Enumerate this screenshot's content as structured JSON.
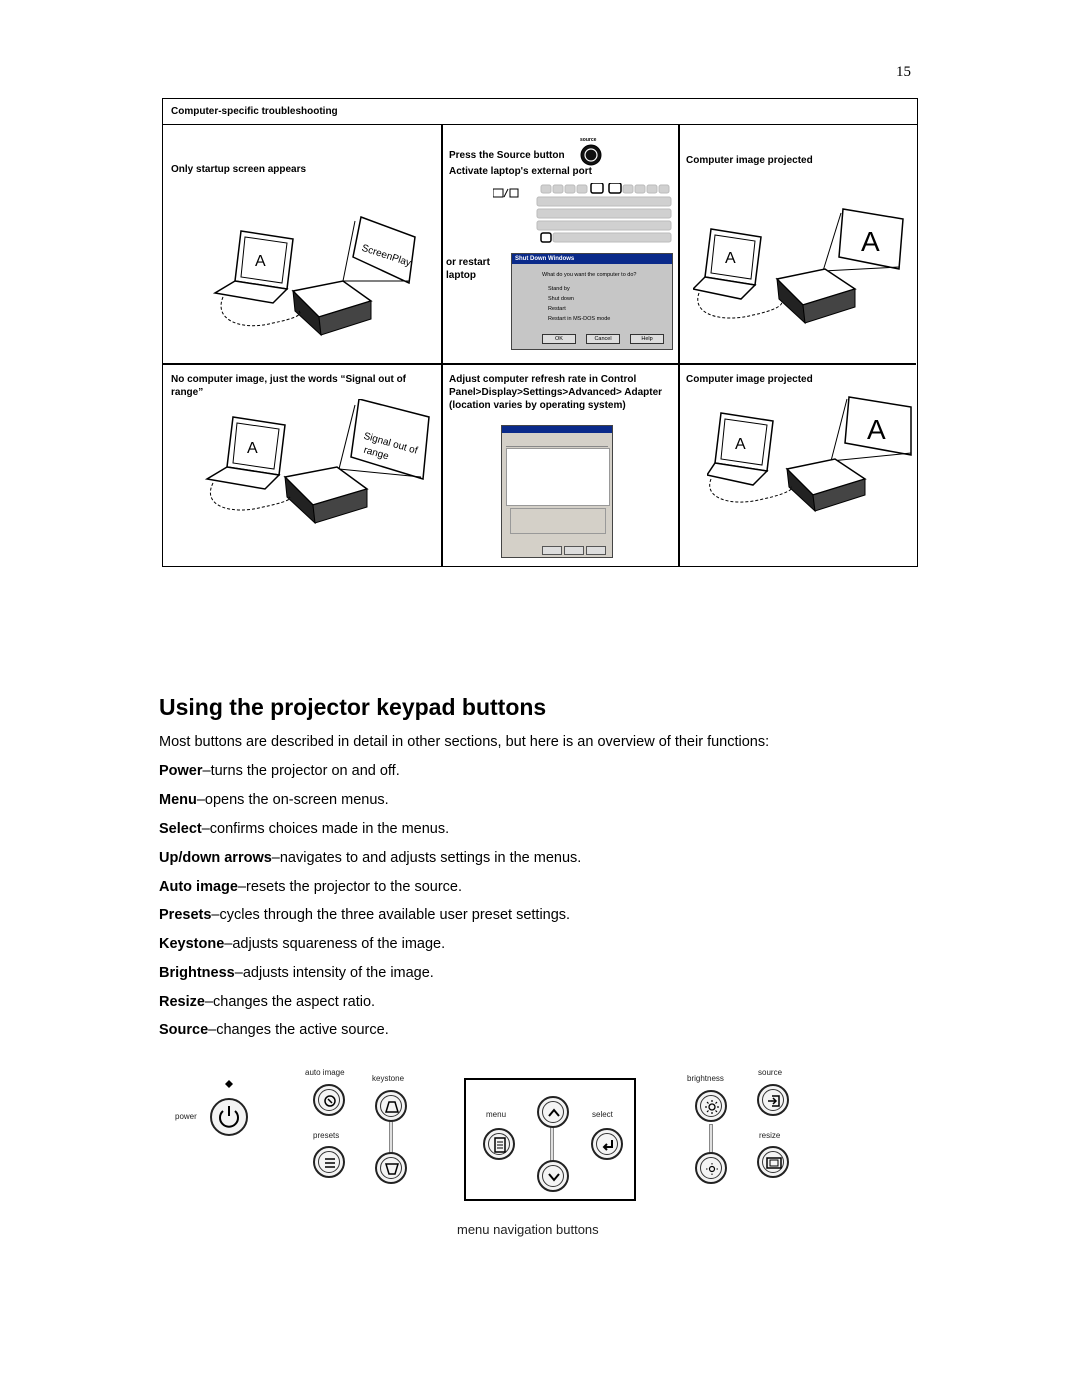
{
  "page_number": "15",
  "troubleshooting": {
    "header": "Computer-specific troubleshooting",
    "row1": {
      "problem": "Only startup screen appears",
      "solution_line1": "Press the Source button",
      "solution_line2": "Activate laptop's external port",
      "solution_alt_line1": "or restart",
      "solution_alt_line2": "laptop",
      "result": "Computer image projected",
      "screen_text": "ScreenPlay",
      "screen_letter": "A",
      "source_tag": "source",
      "dialog": {
        "title": "Shut Down Windows",
        "question": "What do you want the computer to do?",
        "options": [
          "Stand by",
          "Shut down",
          "Restart",
          "Restart in MS-DOS mode"
        ],
        "buttons": [
          "OK",
          "Cancel",
          "Help"
        ]
      }
    },
    "row2": {
      "problem": "No computer image, just the words “Signal out of range”",
      "solution": "Adjust computer refresh rate in Control Panel>Display>Settings>Advanced> Adapter (location varies by operating system)",
      "result": "Computer image projected",
      "screen_text": "Signal out of range",
      "screen_letter": "A"
    }
  },
  "section": {
    "title": "Using the projector keypad buttons",
    "intro": "Most buttons are described in detail in other sections, but here is an overview of their functions:",
    "functions": [
      {
        "name": "Power",
        "desc": "–turns the projector on and off."
      },
      {
        "name": "Menu",
        "desc": "–opens the on-screen menus."
      },
      {
        "name": "Select",
        "desc": "–confirms choices made in the menus."
      },
      {
        "name": "Up/down arrows",
        "desc": "–navigates to and adjusts settings in the menus."
      },
      {
        "name": "Auto image",
        "desc": "–resets the projector to the source."
      },
      {
        "name": "Presets",
        "desc": "–cycles through the three available user preset settings."
      },
      {
        "name": "Keystone",
        "desc": "–adjusts squareness of the image."
      },
      {
        "name": "Brightness",
        "desc": "–adjusts intensity of the image."
      },
      {
        "name": "Resize",
        "desc": "–changes the aspect ratio."
      },
      {
        "name": "Source",
        "desc": "–changes the active source."
      }
    ]
  },
  "keypad": {
    "power": "power",
    "auto_image": "auto image",
    "keystone": "keystone",
    "presets": "presets",
    "menu": "menu",
    "select": "select",
    "brightness": "brightness",
    "source": "source",
    "resize": "resize",
    "caption": "menu navigation buttons"
  }
}
